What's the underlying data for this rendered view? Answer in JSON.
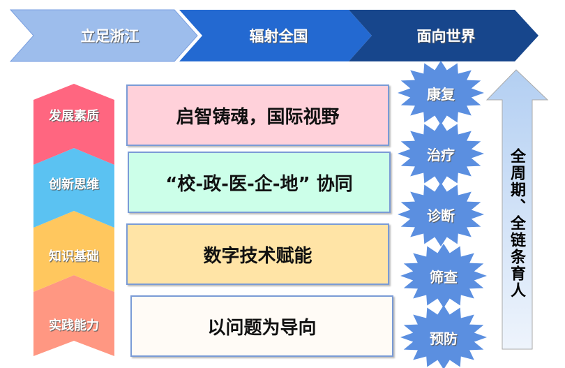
{
  "top_steps": [
    {
      "label": "立足浙江",
      "color": "#9dbdec"
    },
    {
      "label": "辐射全国",
      "color": "#2369d1"
    },
    {
      "label": "面向世界",
      "color": "#17468c"
    }
  ],
  "pillars": [
    {
      "label": "发展素质",
      "color": "#ff6680"
    },
    {
      "label": "创新思维",
      "color": "#5bc2f2"
    },
    {
      "label": "知识基础",
      "color": "#ffc75e"
    },
    {
      "label": "实践能力",
      "color": "#ff9782"
    }
  ],
  "boxes": [
    {
      "label": "启智铸魂，国际视野",
      "color": "#ffd1da"
    },
    {
      "label": "“校-政-医-企-地” 协同",
      "color": "#ccffe9"
    },
    {
      "label": "数字技术赋能",
      "color": "#ffe4a6"
    },
    {
      "label": "以问题为导向",
      "color": "#fffbf6"
    }
  ],
  "stages": [
    "康复",
    "治疗",
    "诊断",
    "筛查",
    "预防"
  ],
  "arrow_label": "全周期、全链条育人",
  "star_color": "#5b8fe0"
}
